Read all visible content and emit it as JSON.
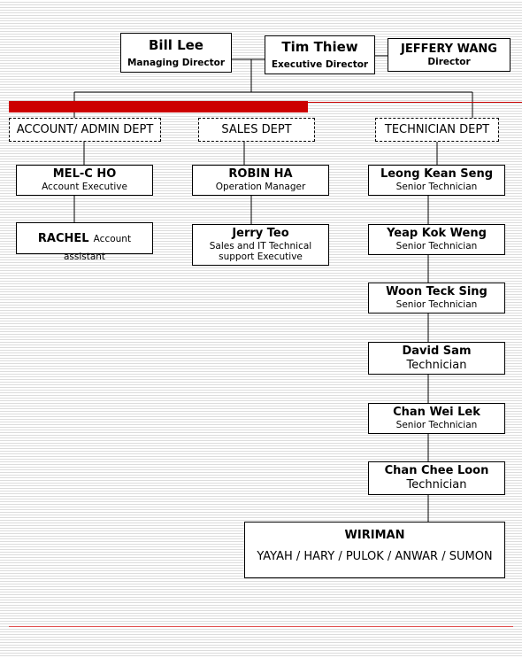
{
  "executives": {
    "bill": {
      "name": "Bill Lee",
      "title": "Managing Director"
    },
    "tim": {
      "name": "Tim Thiew",
      "title": "Executive Director"
    },
    "jeffery": {
      "name": "JEFFERY WANG",
      "title": "Director"
    }
  },
  "departments": {
    "account": "ACCOUNT/ ADMIN DEPT",
    "sales": "SALES DEPT",
    "technician": "TECHNICIAN DEPT"
  },
  "account_staff": {
    "mel": {
      "name": "MEL-C  HO",
      "title": "Account Executive"
    },
    "rachel": {
      "name": "RACHEL",
      "title": "Account assistant"
    }
  },
  "sales_staff": {
    "robin": {
      "name": "ROBIN HA",
      "title": "Operation Manager"
    },
    "jerry": {
      "name": "Jerry Teo",
      "title": "Sales and IT Technical support Executive"
    }
  },
  "technician_staff": {
    "leong": {
      "name": "Leong Kean Seng",
      "title": "Senior Technician"
    },
    "yeap": {
      "name": "Yeap Kok Weng",
      "title": "Senior Technician"
    },
    "woon": {
      "name": "Woon Teck Sing",
      "title": "Senior Technician"
    },
    "david": {
      "name": "David Sam",
      "title": "Technician"
    },
    "chanwei": {
      "name": "Chan Wei Lek",
      "title": "Senior Technician"
    },
    "chanchee": {
      "name": "Chan Chee Loon",
      "title": "Technician"
    }
  },
  "wiriman": {
    "name": "WIRIMAN",
    "members": "YAYAH / HARY / PULOK / ANWAR / SUMON"
  },
  "colors": {
    "accent_red": "#cc0000",
    "stripe": "#dcdcdc"
  }
}
